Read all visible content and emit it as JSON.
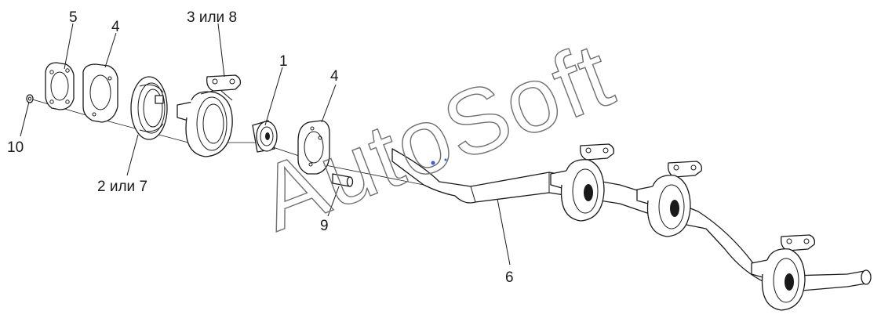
{
  "watermark": "AutoSoft",
  "callouts": {
    "c1": "1",
    "c2": "2 или 7",
    "c3": "3 или 8",
    "c4a": "4",
    "c4b": "4",
    "c5": "5",
    "c6": "6",
    "c9": "9",
    "c10": "10"
  },
  "colors": {
    "line": "#1a1a1a",
    "watermark": "#6f6f6f",
    "background": "#ffffff",
    "marker": "#3a5bd9"
  }
}
